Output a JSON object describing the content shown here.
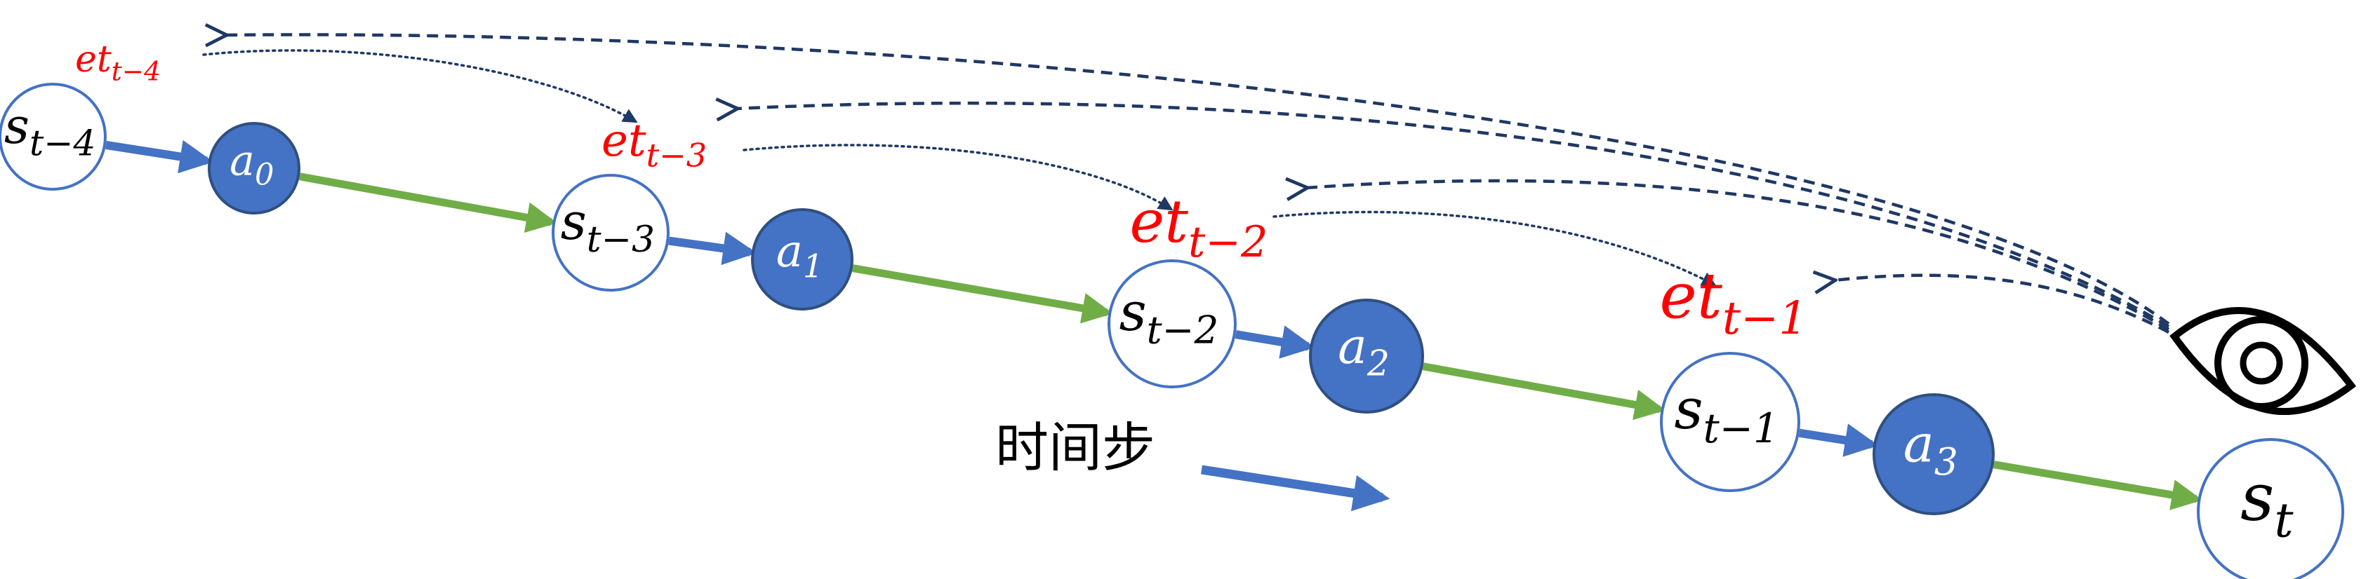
{
  "colors": {
    "state_stroke": "#4472c4",
    "action_fill": "#4472c4",
    "action_stroke": "#2f4f80",
    "state_to_action_arrow": "#4472c4",
    "action_to_state_arrow": "#70ad47",
    "dashed_arrow": "#1f3864",
    "dotted_arrow": "#1f3864",
    "et_label": "#ff0000",
    "eye_stroke": "#000000",
    "label_text": "#000000"
  },
  "states": [
    {
      "id": "s_t-4",
      "base": "s",
      "sub": "t−4"
    },
    {
      "id": "s_t-3",
      "base": "s",
      "sub": "t−3"
    },
    {
      "id": "s_t-2",
      "base": "s",
      "sub": "t−2"
    },
    {
      "id": "s_t-1",
      "base": "s",
      "sub": "t−1"
    },
    {
      "id": "s_t",
      "base": "s",
      "sub": "t"
    }
  ],
  "actions": [
    {
      "id": "a_0",
      "base": "a",
      "sub": "0"
    },
    {
      "id": "a_1",
      "base": "a",
      "sub": "1"
    },
    {
      "id": "a_2",
      "base": "a",
      "sub": "2"
    },
    {
      "id": "a_3",
      "base": "a",
      "sub": "3"
    }
  ],
  "et_labels": [
    {
      "id": "et_t-4",
      "base": "et",
      "sub": "t−4"
    },
    {
      "id": "et_t-3",
      "base": "et",
      "sub": "t−3"
    },
    {
      "id": "et_t-2",
      "base": "et",
      "sub": "t−2"
    },
    {
      "id": "et_t-1",
      "base": "et",
      "sub": "t−1"
    }
  ],
  "legend": {
    "label": "时间步",
    "icon": "right-arrow-icon"
  },
  "observer": {
    "icon": "eye-icon"
  }
}
